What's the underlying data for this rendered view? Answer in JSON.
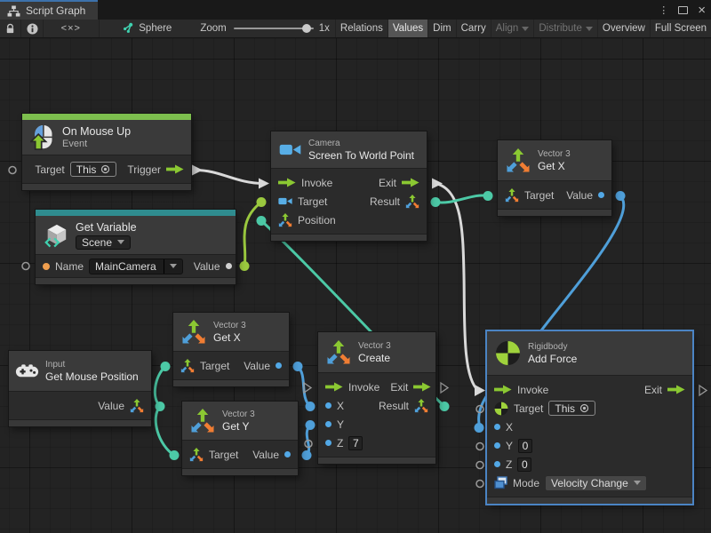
{
  "window": {
    "tab_title": "Script Graph",
    "menu_icon": "⋮",
    "close_icon": "×"
  },
  "toolbar": {
    "graph_name": "Sphere",
    "code_button": "<×>",
    "zoom_label": "Zoom",
    "zoom_value": "1x",
    "buttons": [
      {
        "label": "Relations"
      },
      {
        "label": "Values",
        "active": true
      },
      {
        "label": "Dim"
      },
      {
        "label": "Carry"
      },
      {
        "label": "Align",
        "disabled": true,
        "dropdown": true
      },
      {
        "label": "Distribute",
        "disabled": true,
        "dropdown": true
      },
      {
        "label": "Overview"
      },
      {
        "label": "Full Screen"
      }
    ]
  },
  "colors": {
    "event_bar": "#7dbf4e",
    "variable_bar": "#2f8c8f",
    "flow_wire": "#d9d9d9",
    "object_wire": "#9bc93f",
    "vector_wire": "#4cc9a6",
    "float_wire": "#4f9fd9",
    "selection": "#4b84c4",
    "port_blue": "#52a8e6",
    "port_orange": "#ef9e4e"
  },
  "nodes": {
    "on_mouse_up": {
      "title": "On Mouse Up",
      "subtitle": "Event",
      "target": "Target",
      "this_label": "This",
      "trigger": "Trigger"
    },
    "get_variable": {
      "title": "Get Variable",
      "scope": "Scene",
      "name": "Name",
      "name_value": "MainCamera",
      "value": "Value"
    },
    "camera": {
      "subtitle": "Camera",
      "title": "Screen To World Point",
      "invoke": "Invoke",
      "exit": "Exit",
      "target": "Target",
      "result": "Result",
      "position": "Position"
    },
    "get_x_top": {
      "subtitle": "Vector 3",
      "title": "Get X",
      "target": "Target",
      "value": "Value"
    },
    "get_x_mid": {
      "subtitle": "Vector 3",
      "title": "Get X",
      "target": "Target",
      "value": "Value"
    },
    "get_y": {
      "subtitle": "Vector 3",
      "title": "Get Y",
      "target": "Target",
      "value": "Value"
    },
    "input": {
      "subtitle": "Input",
      "title": "Get Mouse Position",
      "value": "Value"
    },
    "create": {
      "subtitle": "Vector 3",
      "title": "Create",
      "invoke": "Invoke",
      "exit": "Exit",
      "x": "X",
      "y": "Y",
      "z": "Z",
      "z_value": "7",
      "result": "Result"
    },
    "add_force": {
      "subtitle": "Rigidbody",
      "title": "Add Force",
      "invoke": "Invoke",
      "exit": "Exit",
      "target": "Target",
      "this_label": "This",
      "x": "X",
      "y": "Y",
      "y_value": "0",
      "z": "Z",
      "z_value": "0",
      "mode": "Mode",
      "mode_value": "Velocity Change"
    }
  },
  "connections": [
    {
      "from": "on-mouse-up.trigger",
      "to": "camera.invoke",
      "kind": "flow"
    },
    {
      "from": "camera.exit",
      "to": "add-force.invoke",
      "kind": "flow"
    },
    {
      "from": "get-variable.value",
      "to": "camera.target",
      "kind": "object"
    },
    {
      "from": "vector3-create.result",
      "to": "camera.position",
      "kind": "vector3"
    },
    {
      "from": "camera.result",
      "to": "get-x-top.target",
      "kind": "vector3"
    },
    {
      "from": "get-x-top.value",
      "to": "add-force.x",
      "kind": "float"
    },
    {
      "from": "get-mouse-position.value",
      "to": "get-x-mid.target",
      "kind": "vector3"
    },
    {
      "from": "get-mouse-position.value",
      "to": "get-y.target",
      "kind": "vector3"
    },
    {
      "from": "get-x-mid.value",
      "to": "vector3-create.x",
      "kind": "float"
    },
    {
      "from": "get-y.value",
      "to": "vector3-create.y",
      "kind": "float"
    }
  ]
}
